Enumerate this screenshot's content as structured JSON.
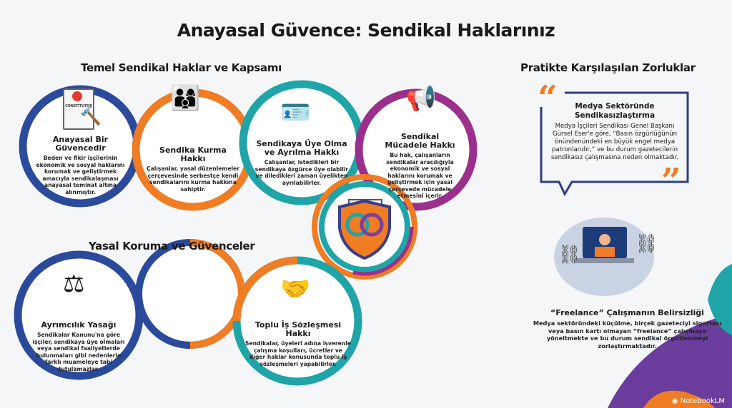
{
  "title": "Anayasal Güvence: Sendikal Haklarınız",
  "sections": {
    "rights": "Temel Sendikal Haklar ve Kapsamı",
    "protection": "Yasal Koruma ve Güvenceler",
    "challenges": "Pratikte Karşılaşılan Zorluklar"
  },
  "colors": {
    "blue": "#2b4a9b",
    "orange": "#f07c24",
    "teal": "#1fa4a8",
    "purple": "#9a2f8c",
    "quote": "#f07c24"
  },
  "cards": [
    {
      "title": "Anayasal Bir Güvencedir",
      "text": "Beden ve fikir işçilerinin ekonomik ve sosyal haklarını korumak ve geliştirmek amacıyla sendikalaşması anayasal teminat altına alınmıştır.",
      "icon": "constitution-gavel-icon",
      "icon_label": "CONSTITUTOR"
    },
    {
      "title": "Sendika Kurma Hakkı",
      "text": "Çalışanlar, yasal düzenlemeler çerçevesinde serbestçe kendi sendikalarını kurma hakkına sahiptir.",
      "icon": "people-flag-icon"
    },
    {
      "title": "Sendikaya Üye Olma ve Ayrılma Hakkı",
      "text": "Çalışanlar, istedikleri bir sendikaya özgürce üye olabilir ve diledikleri zaman üyelikten ayrılabilirler.",
      "icon": "id-card-icon"
    },
    {
      "title": "Sendikal Mücadele Hakkı",
      "text": "Bu hak, çalışanların sendikalar aracılığıyla ekonomik ve sosyal haklarını korumak ve geliştirmek için yasal çerçevede mücadele etmesini içerir.",
      "icon": "protest-megaphone-icon"
    },
    {
      "title": "Ayrımcılık Yasağı",
      "text": "Sendikalar Kanunu'na göre işçiler, sendikaya üye olmaları veya sendikal faaliyetlerde bulunmaları gibi nedenlerle farklı muameleye tabi tutulamazlar.",
      "icon": "scales-hand-icon"
    },
    {
      "title": "Toplu İş Sözleşmesi Hakkı",
      "text": "Sendikalar, üyeleri adına işverenle çalışma koşulları, ücretler ve diğer haklar konusunda toplu iş sözleşmeleri yapabilirler.",
      "icon": "handshake-contract-icon"
    }
  ],
  "quote": {
    "title": "Medya Sektöründe Sendikasızlaştırma",
    "text": "Medya İşçileri Sendikası Genel Başkanı Gürsel Eser'e göre, “Basın özgürlüğünün önündenündeki en büyük engel medya patronlarıdır,” ve bu durum gazetecilerin sendikasız çalışmasına neden olmaktadır."
  },
  "freelance": {
    "title": "“Freelance” Çalışmanın Belirsizliği",
    "text": "Medya sektöründeki küçülme, birçek gazeteciyi sigortası veya basın kartı olmayan “freelance” çalışmaya yöneitmekte ve bu durum sendikal örgütlenmeyi zorlaştırmaktadır."
  },
  "brand": "NotebookLM"
}
